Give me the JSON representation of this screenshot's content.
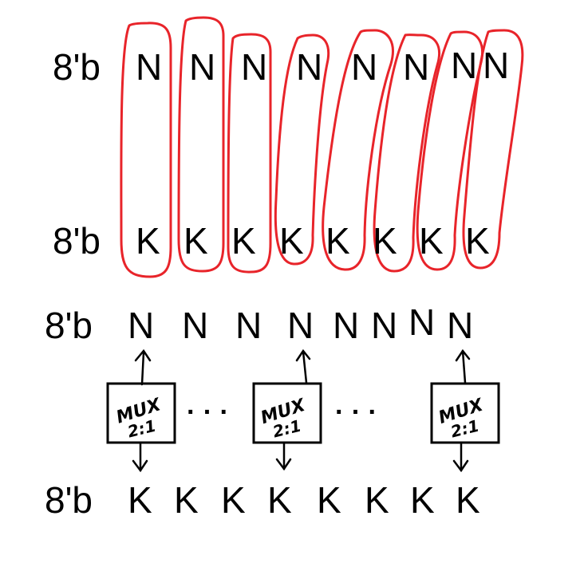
{
  "top_diagram": {
    "row_n": {
      "prefix": "8'b",
      "letters": [
        "N",
        "N",
        "N",
        "N",
        "N",
        "N",
        "N",
        "N"
      ]
    },
    "row_k": {
      "prefix": "8'b",
      "letters": [
        "K",
        "K",
        "K",
        "K",
        "K",
        "K",
        "K",
        "K"
      ]
    },
    "outline_color": "#e8242a"
  },
  "bottom_diagram": {
    "row_n": {
      "prefix": "8'b",
      "letters": [
        "N",
        "N",
        "N",
        "N",
        "N",
        "N",
        "N",
        "N"
      ]
    },
    "row_k": {
      "prefix": "8'b",
      "letters": [
        "K",
        "K",
        "K",
        "K",
        "K",
        "K",
        "K",
        "K"
      ]
    },
    "muxes": [
      {
        "line1": "MUX",
        "line2": "2:1"
      },
      {
        "line1": "MUX",
        "line2": "2:1"
      },
      {
        "line1": "MUX",
        "line2": "2:1"
      }
    ],
    "ellipsis": [
      "· · ·",
      "· · ·"
    ]
  }
}
